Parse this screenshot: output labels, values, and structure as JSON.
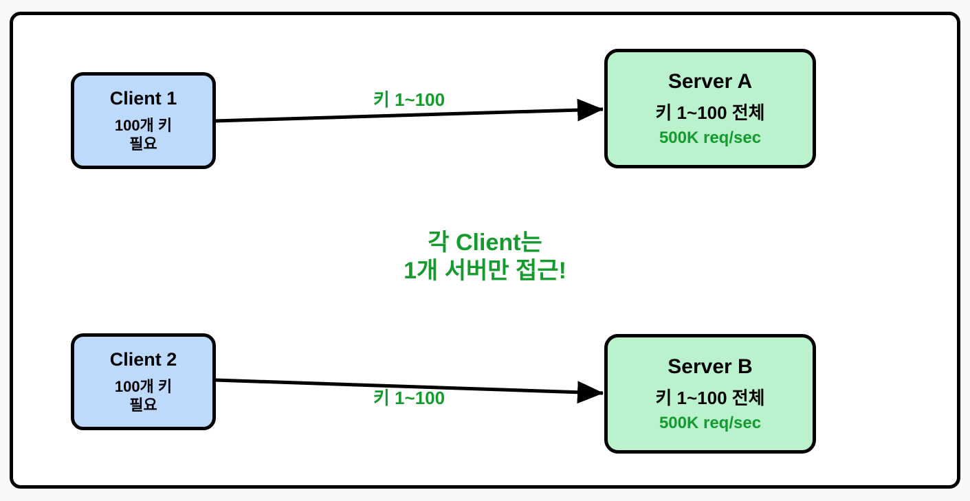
{
  "diagram": {
    "clients": [
      {
        "title": "Client 1",
        "need_line1": "100개 키",
        "need_line2": "필요"
      },
      {
        "title": "Client 2",
        "need_line1": "100개 키",
        "need_line2": "필요"
      }
    ],
    "servers": [
      {
        "title": "Server A",
        "keys": "키 1~100 전체",
        "throughput": "500K req/sec"
      },
      {
        "title": "Server B",
        "keys": "키 1~100 전체",
        "throughput": "500K req/sec"
      }
    ],
    "arrows": [
      {
        "label": "키 1~100",
        "from": "Client 1",
        "to": "Server A"
      },
      {
        "label": "키 1~100",
        "from": "Client 2",
        "to": "Server B"
      }
    ],
    "annotation": {
      "line1": "각 Client는",
      "line2": "1개 서버만 접근!"
    },
    "colors": {
      "client_fill": "#bdd9fc",
      "server_fill": "#b9f2cc",
      "accent_green": "#149a2d",
      "border": "#000000",
      "canvas_bg": "#ffffff",
      "page_bg": "#f7f8fa"
    }
  }
}
